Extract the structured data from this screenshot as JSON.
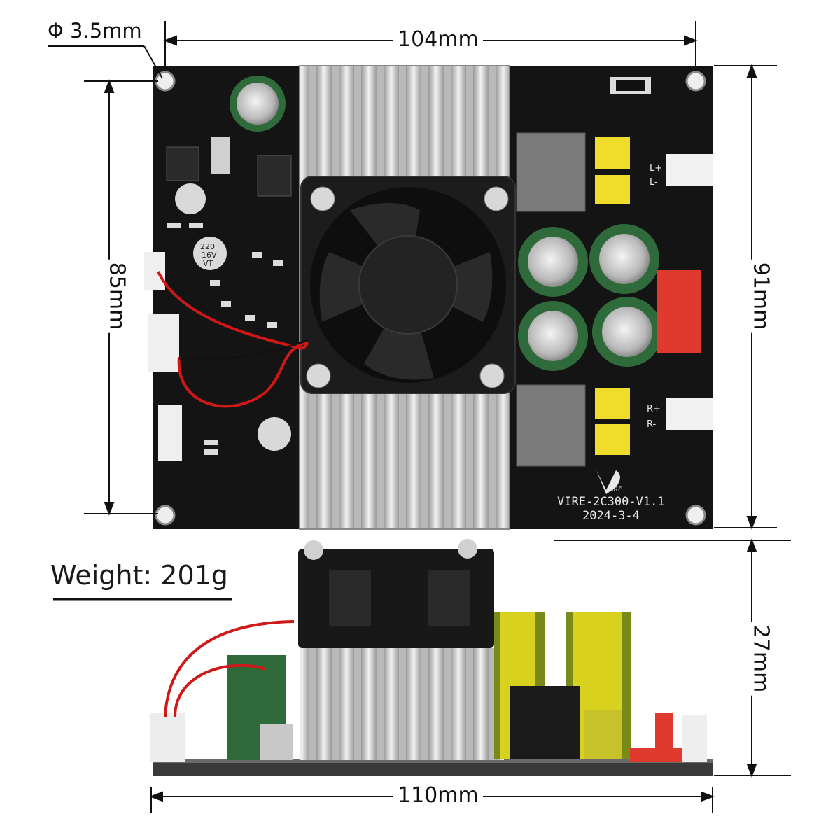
{
  "dimensions": {
    "hole_diameter": "Φ 3.5mm",
    "top_width": "104mm",
    "left_height": "85mm",
    "right_height": "91mm",
    "side_height": "27mm",
    "bottom_width": "110mm"
  },
  "weight_label": "Weight: 201g",
  "board": {
    "brand": "VIRE",
    "model": "VIRE-2C300-V1.1",
    "date": "2024-3-4",
    "cap_labels": [
      "220",
      "16V",
      "VT"
    ],
    "out_r_plus": "R+",
    "out_r_minus": "R-",
    "out_l_minus": "L-",
    "out_l_plus": "L+"
  },
  "colors": {
    "pcb": "#151515",
    "heatsink": "#c9c9c9",
    "fan": "#1e1e1e",
    "cap_green": "#2f6b3a",
    "cap_yellow": "#e0d21a",
    "connector_red": "#e03a2e",
    "wire_red": "#d01818"
  }
}
